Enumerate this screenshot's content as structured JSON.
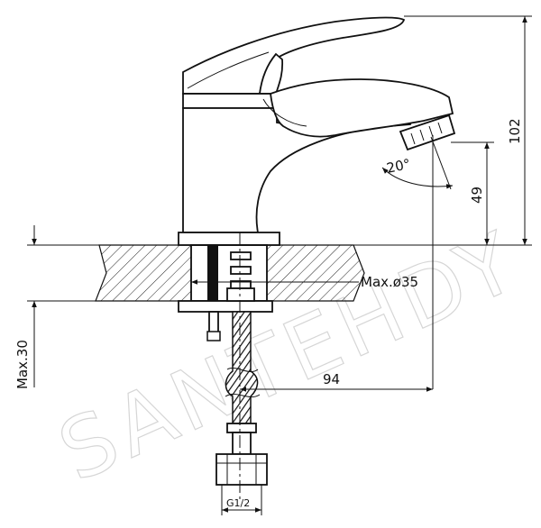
{
  "watermark": "SANTEHDY",
  "dimensions": {
    "total_height": "102",
    "spout_height": "49",
    "spout_reach": "94",
    "max_hole_diameter": "Max.ø35",
    "max_counter_thickness": "Max.30",
    "spout_angle": "20°",
    "connection_thread": "G1/2"
  }
}
